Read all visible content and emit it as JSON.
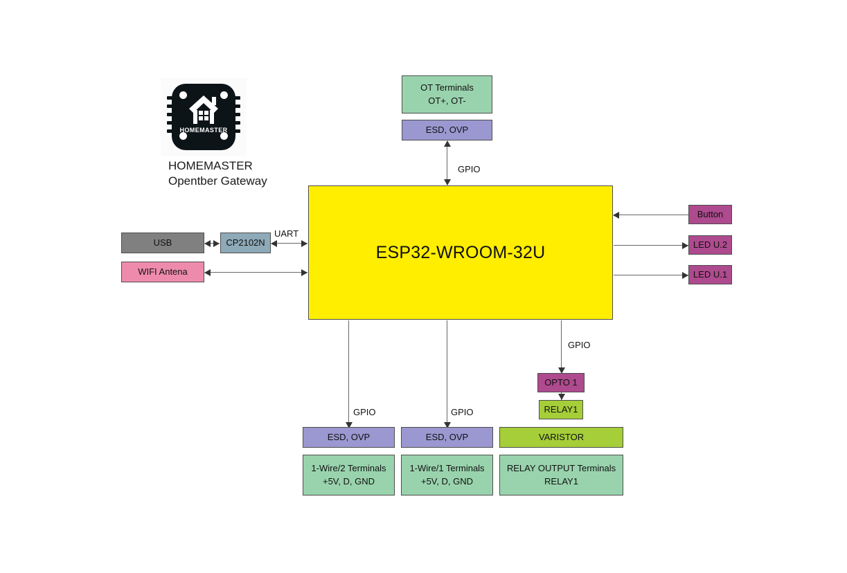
{
  "brand": {
    "logo_word": "HOMEMASTER",
    "caption_line1": "HOMEMASTER",
    "caption_line2": "Opentber Gateway",
    "logo_bg": "#0d1418"
  },
  "palette": {
    "green": "#99D3AD",
    "purple": "#9B97D0",
    "yellow": "#FFEE00",
    "gray": "#808080",
    "steel": "#8EA9B7",
    "pink": "#EE8BAD",
    "magenta": "#AE4A8E",
    "lime": "#A5CE39",
    "stroke": "#4d4d4d",
    "connector": "#666666"
  },
  "blocks": {
    "mcu": {
      "label": "ESP32-WROOM-32U"
    },
    "ot_terminals": {
      "line1": "OT Terminals",
      "line2": "OT+, OT-"
    },
    "esd_top": {
      "label": "ESD, OVP"
    },
    "usb": {
      "label": "USB"
    },
    "cp2102n": {
      "label": "CP2102N"
    },
    "wifi_antenna": {
      "label": "WIFI Antena"
    },
    "button": {
      "label": "Button"
    },
    "led_u2": {
      "label": "LED U.2"
    },
    "led_u1": {
      "label": "LED U.1"
    },
    "opto1": {
      "label": "OPTO 1"
    },
    "relay1": {
      "label": "RELAY1"
    },
    "esd_onewire2": {
      "label": "ESD, OVP"
    },
    "esd_onewire1": {
      "label": "ESD, OVP"
    },
    "varistor": {
      "label": "VARISTOR"
    },
    "onewire2_terminals": {
      "line1": "1-Wire/2 Terminals",
      "line2": "+5V, D, GND"
    },
    "onewire1_terminals": {
      "line1": "1-Wire/1 Terminals",
      "line2": "+5V, D, GND"
    },
    "relay_output_terminals": {
      "line1": "RELAY OUTPUT Terminals",
      "line2": "RELAY1"
    }
  },
  "edge_labels": {
    "gpio_top": "GPIO",
    "uart": "UART",
    "gpio_onewire2": "GPIO",
    "gpio_onewire1": "GPIO",
    "gpio_opto": "GPIO"
  }
}
